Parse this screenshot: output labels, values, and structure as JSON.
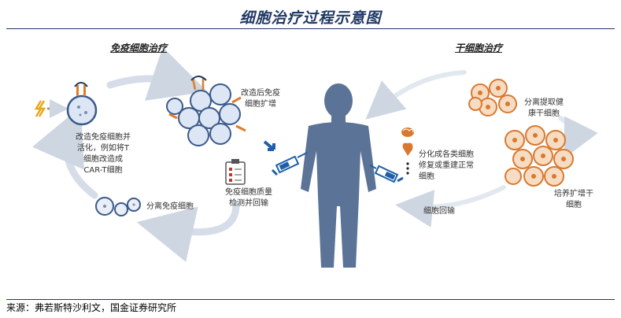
{
  "title": "细胞治疗过程示意图",
  "sections": {
    "immune": "免疫细胞治疗",
    "stem": "干细胞治疗"
  },
  "labels": {
    "immune_expand_1": "改造后免疫",
    "immune_expand_2": "细胞扩增",
    "modify_1": "改造免疫细胞并",
    "modify_2": "活化，例如将T",
    "modify_3": "细胞改造成",
    "modify_4": "CAR-T细胞",
    "separate_immune": "分离免疫细胞",
    "qc_1": "免疫细胞质量",
    "qc_2": "检测并回输",
    "extract_1": "分离提取健",
    "extract_2": "康干细胞",
    "differentiate_1": "分化成各类细胞",
    "differentiate_2": "修复或重建正常",
    "differentiate_3": "细胞",
    "culture_1": "培养扩增干",
    "culture_2": "细胞",
    "reinfuse": "细胞回输"
  },
  "source": "来源：弗若斯特沙利文，国金证券研究所",
  "colors": {
    "title": "#1f3864",
    "body": "#5b7396",
    "arrow": "#d6dde8",
    "immune_cell": "#dde6f4",
    "immune_ring": "#3b5a8a",
    "stem_cell": "#f7dcc4",
    "stem_ring": "#d9792f",
    "syringe": "#1d5fa8"
  }
}
